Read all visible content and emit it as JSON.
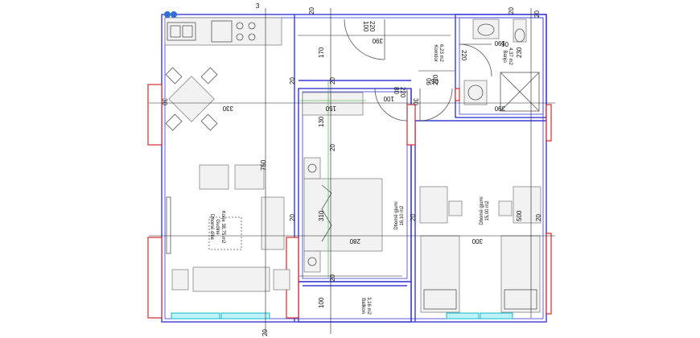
{
  "rooms": {
    "living": {
      "name": "Dhomë ditie",
      "sub": "Gudine",
      "area": "Korje 38,75 m2"
    },
    "bedroom1": {
      "name": "Dhomë gjumi",
      "area": "16,10 m2"
    },
    "bedroom2": {
      "name": "Dhomë gjumi",
      "area": "15,00 m2"
    },
    "corridor": {
      "name": "Korridor",
      "area": "6,23 m2"
    },
    "bath": {
      "name": "Banjo",
      "area": "4,37 m2"
    },
    "balcony": {
      "name": "Ballkon",
      "area": "3,16 m2"
    }
  },
  "dims": {
    "d3": "3",
    "d20a": "20",
    "d20b": "20",
    "d20c": "20",
    "d20d": "20",
    "d20e": "20",
    "d20f": "20",
    "d20g": "20",
    "d20h": "20",
    "d20i": "20",
    "d20j": "20",
    "d20k": "20",
    "d100a": "100",
    "d220a": "220",
    "d390": "390",
    "d170": "170",
    "d06a": "06",
    "d220b": "220",
    "d06b": "06",
    "d100b": "100",
    "d150": "150",
    "d130": "130",
    "d30a": "30",
    "d30b": "30",
    "d330": "330",
    "d80": "80",
    "d220c": "220",
    "d90": "90",
    "d220d": "220",
    "d100c": "100",
    "d390b": "390",
    "d190": "190",
    "d230": "230",
    "d750": "750",
    "d310": "310",
    "d280": "280",
    "d300": "300",
    "d500": "500",
    "d100d": "100"
  }
}
